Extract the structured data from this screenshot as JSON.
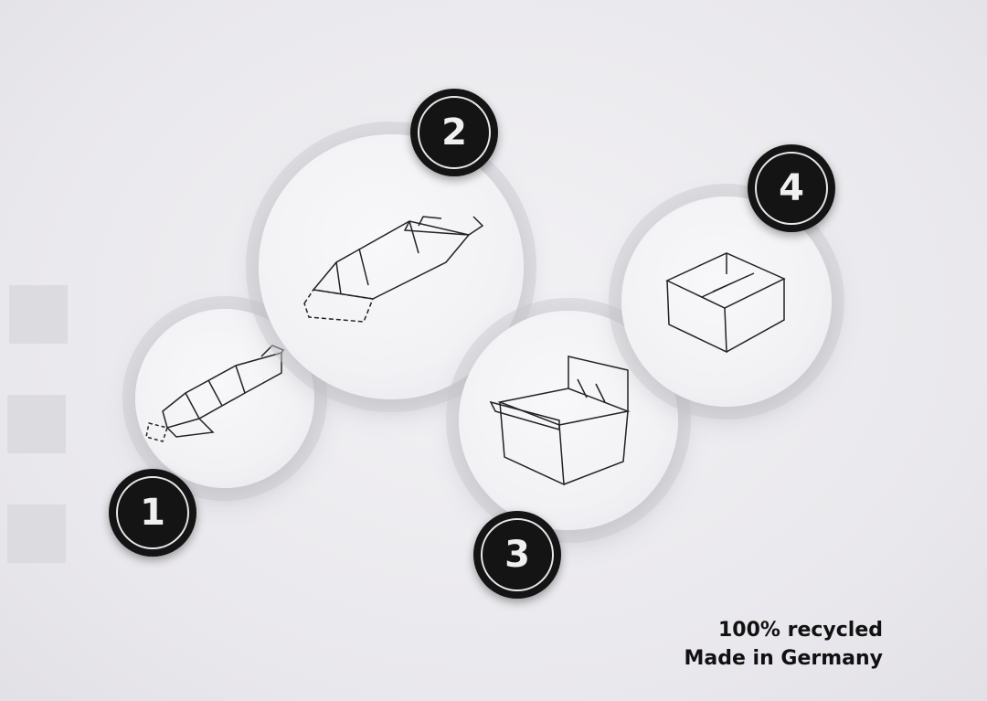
{
  "steps": [
    {
      "number": "1",
      "icon": "flat-box-blank-icon"
    },
    {
      "number": "2",
      "icon": "partially-folded-box-icon"
    },
    {
      "number": "3",
      "icon": "folding-walls-box-icon"
    },
    {
      "number": "4",
      "icon": "finished-box-icon"
    }
  ],
  "footer": {
    "line1": "100% recycled",
    "line2": "Made in Germany"
  },
  "colors": {
    "badge": "#141414",
    "background": "#ecebef",
    "text": "#111111"
  }
}
